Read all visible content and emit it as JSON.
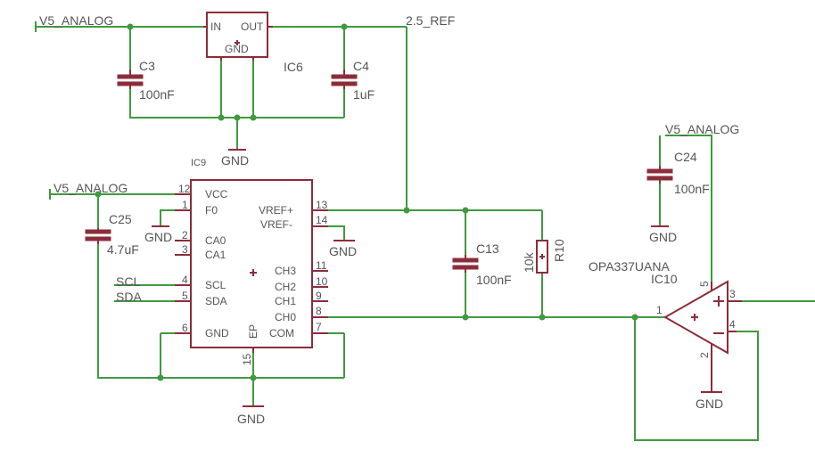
{
  "nets": {
    "v5_analog": "V5_ANALOG",
    "ref_2v5": "2.5_REF",
    "gnd": "GND",
    "scl": "SCL",
    "sda": "SDA"
  },
  "regulator": {
    "name": "IC6",
    "pin_in": "IN",
    "pin_out": "OUT",
    "pin_gnd": "GND"
  },
  "capacitors": {
    "c3": {
      "name": "C3",
      "value": "100nF"
    },
    "c4": {
      "name": "C4",
      "value": "1uF"
    },
    "c24": {
      "name": "C24",
      "value": "100nF"
    },
    "c25": {
      "name": "C25",
      "value": "4.7uF"
    },
    "c13": {
      "name": "C13",
      "value": "100nF"
    }
  },
  "resistor": {
    "name": "R10",
    "value": "10k"
  },
  "adc": {
    "name": "IC9",
    "pins_left": [
      {
        "num": "12",
        "label": "VCC"
      },
      {
        "num": "1",
        "label": "F0"
      },
      {
        "num": "2",
        "label": "CA0"
      },
      {
        "num": "3",
        "label": "CA1"
      },
      {
        "num": "4",
        "label": "SCL"
      },
      {
        "num": "5",
        "label": "SDA"
      },
      {
        "num": "6",
        "label": "GND"
      }
    ],
    "pins_right": [
      {
        "num": "13",
        "label": "VREF+"
      },
      {
        "num": "14",
        "label": "VREF-"
      },
      {
        "num": "11",
        "label": "CH3"
      },
      {
        "num": "10",
        "label": "CH2"
      },
      {
        "num": "9",
        "label": "CH1"
      },
      {
        "num": "8",
        "label": "CH0"
      },
      {
        "num": "7",
        "label": "COM"
      }
    ],
    "ep_label": "EP",
    "ep_pin": "15"
  },
  "opamp": {
    "part": "OPA337UANA",
    "name": "IC10",
    "pin_out": "1",
    "pin_gnd": "2",
    "pin_plus": "3",
    "pin_minus": "4",
    "pin_vcc": "5"
  }
}
